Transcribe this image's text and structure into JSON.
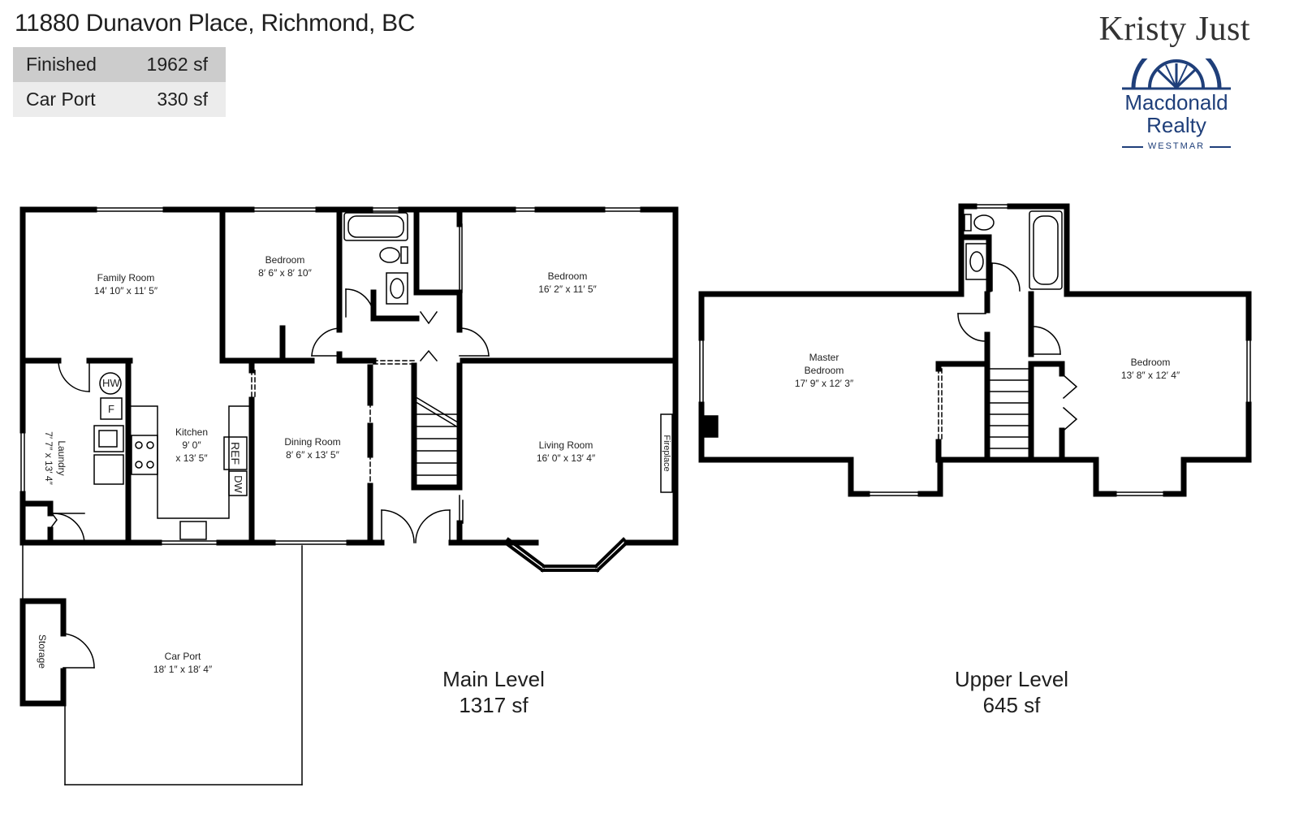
{
  "header": {
    "address": "11880 Dunavon Place, Richmond, BC"
  },
  "areas": [
    {
      "label": "Finished",
      "value": "1962 sf"
    },
    {
      "label": "Car Port",
      "value": "330 sf"
    }
  ],
  "branding": {
    "agent": "Kristy Just",
    "brand_line1": "Macdonald",
    "brand_line2": "Realty",
    "brand_line3": "WESTMAR",
    "brand_color": "#1f3f7a"
  },
  "levels": {
    "main": {
      "name": "Main Level",
      "area": "1317 sf"
    },
    "upper": {
      "name": "Upper Level",
      "area": "645 sf"
    }
  },
  "rooms": {
    "family_room": {
      "name": "Family Room",
      "dims": "14′ 10″ x 11′ 5″"
    },
    "bedroom_small": {
      "name": "Bedroom",
      "dims": "8′ 6″ x 8′ 10″"
    },
    "bedroom_main": {
      "name": "Bedroom",
      "dims": "16′ 2″ x 11′ 5″"
    },
    "laundry": {
      "name": "Laundry",
      "dims": "7′ 7″ x 13′ 4″"
    },
    "kitchen": {
      "name": "Kitchen",
      "dims_1": "9′ 0″",
      "dims_2": "x 13′ 5″"
    },
    "dining_room": {
      "name": "Dining Room",
      "dims": "8′ 6″ x 13′ 5″"
    },
    "living_room": {
      "name": "Living Room",
      "dims": "16′ 0″ x 13′ 4″"
    },
    "car_port": {
      "name": "Car Port",
      "dims": "18′ 1″ x 18′ 4″"
    },
    "storage": {
      "name": "Storage"
    },
    "master_bedroom": {
      "name_1": "Master",
      "name_2": "Bedroom",
      "dims": "17′ 9″ x 12′ 3″"
    },
    "bedroom_upper": {
      "name": "Bedroom",
      "dims": "13′ 8″ x 12′ 4″"
    }
  },
  "fixtures": {
    "hw": "HW",
    "furnace": "F",
    "ref": "REF",
    "dw": "DW",
    "fireplace": "Fireplace"
  }
}
